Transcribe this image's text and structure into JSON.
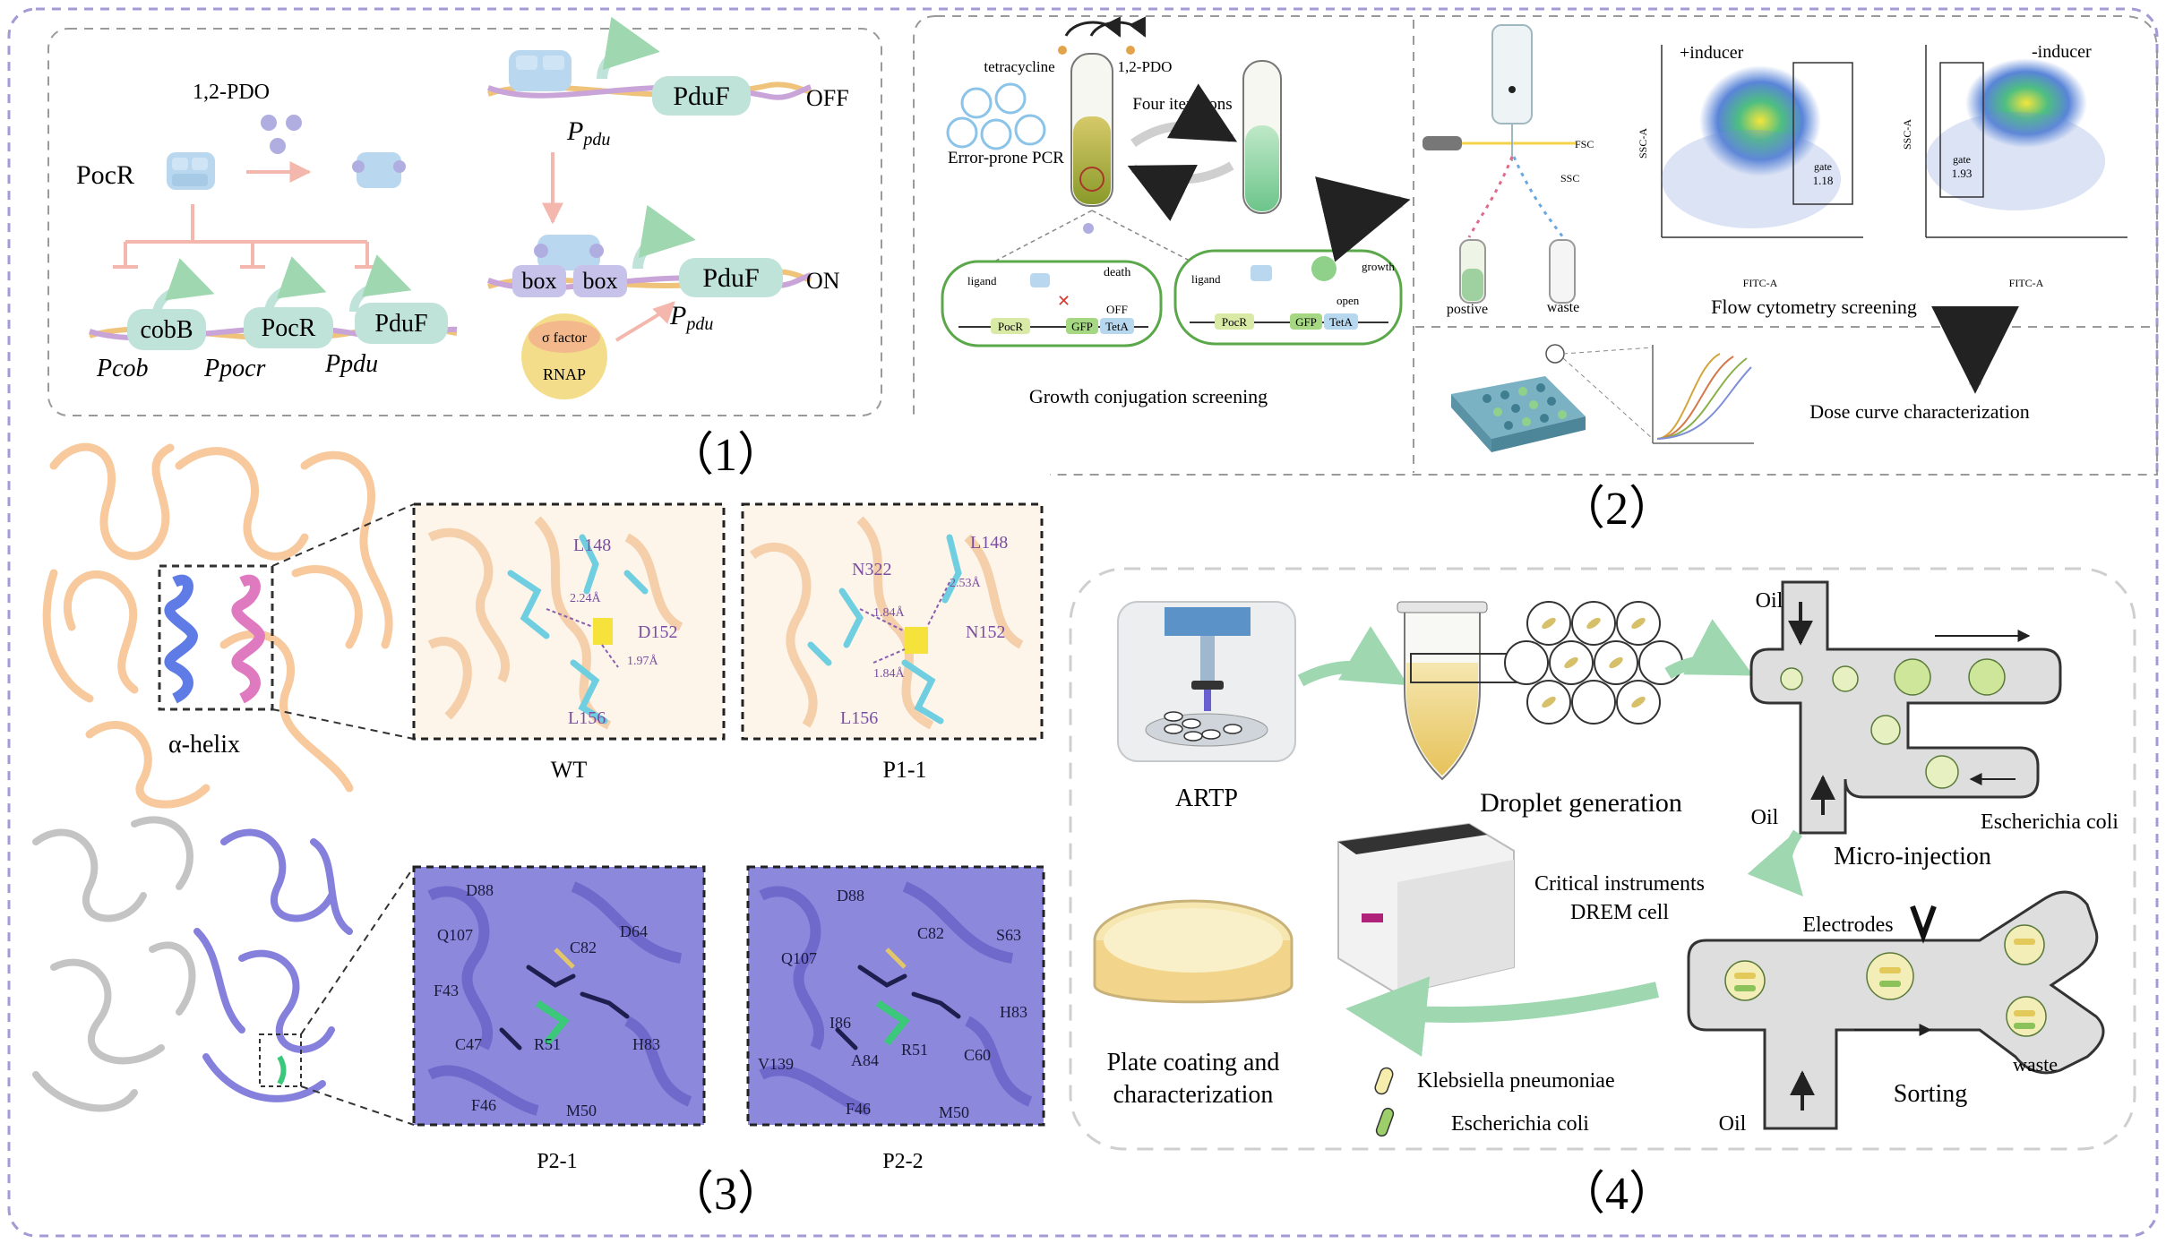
{
  "colors": {
    "frame": "#a49bd6",
    "dash": "#9a9a9a",
    "inhibit": "#f4b7ad",
    "promoter_box": "#bfe3d9",
    "dna_a": "#f0c37a",
    "dna_b": "#c9a4d8",
    "protein": "#b9d7ee",
    "arrow_green": "#9ed7b0",
    "orange_protein": "#f7c99c",
    "blue_protein": "#7f79d6",
    "gray_protein": "#bdbdbd",
    "cyan_residue": "#7fd4e0",
    "klebsiella": "#f6ecab",
    "ecoli": "#9ccf6a"
  },
  "panel1": {
    "label": "（1）",
    "inducer": "1,2-PDO",
    "regulator": "PocR",
    "genes": [
      "cobB",
      "PocR",
      "PduF"
    ],
    "promoters": [
      "Pcob",
      "Ppocr",
      "Ppdu"
    ],
    "off_gene": "PduF",
    "off_promoter_main": "P",
    "off_promoter_sub": "pdu",
    "off_state": "OFF",
    "box1": "box",
    "box2": "box",
    "on_gene": "PduF",
    "on_promoter_main": "P",
    "on_promoter_sub": "pdu",
    "on_state": "ON",
    "sigma": "σ factor",
    "rnap": "RNAP"
  },
  "panel2": {
    "label": "（2）",
    "tetracycline": "tetracycline",
    "pdo": "1,2-PDO",
    "error_prone": "Error-prone PCR",
    "four_iterations": "Four iterations",
    "growth_screening": "Growth conjugation screening",
    "left_cell": {
      "ligand": "ligand",
      "death": "death",
      "off": "OFF",
      "pocr": "PocR",
      "gfp": "GFP",
      "teta": "TetA"
    },
    "right_cell": {
      "ligand": "ligand",
      "growth": "growth",
      "open": "open",
      "pocr": "PocR",
      "gfp": "GFP",
      "teta": "TetA"
    },
    "fsc": "FSC",
    "ssc": "SSC",
    "postive": "postive",
    "waste": "waste",
    "plot_left": {
      "title": "+inducer",
      "gate": "gate",
      "gate_value": "1.18",
      "xlabel": "FITC-A",
      "ylabel": "SSC-A"
    },
    "plot_right": {
      "title": "-inducer",
      "gate": "gate",
      "gate_value": "1.93",
      "xlabel": "FITC-A",
      "ylabel": "SSC-A"
    },
    "flow_label": "Flow cytometry screening",
    "dose_label": "Dose curve characterization"
  },
  "panel3": {
    "label": "（3）",
    "helix_label": "α-helix",
    "wt": {
      "title": "WT",
      "residues": [
        "L148",
        "D152",
        "L156"
      ],
      "distances": [
        "2.24Å",
        "1.97Å"
      ]
    },
    "p11": {
      "title": "P1-1",
      "residues": [
        "N322",
        "L148",
        "N152",
        "L156"
      ],
      "distances": [
        "2.53Å",
        "1.84Å",
        "1.84Å"
      ]
    },
    "p21": {
      "title": "P2-1",
      "residues": [
        "D88",
        "Q107",
        "C82",
        "D64",
        "F43",
        "C47",
        "R51",
        "H83",
        "F46",
        "M50"
      ]
    },
    "p22": {
      "title": "P2-2",
      "residues": [
        "D88",
        "C82",
        "Q107",
        "S63",
        "I86",
        "H83",
        "V139",
        "A84",
        "R51",
        "C60",
        "F46",
        "M50"
      ]
    }
  },
  "panel4": {
    "label": "（4）",
    "artp": "ARTP",
    "droplet": "Droplet generation",
    "oil_top": "Oil",
    "oil_mid": "Oil",
    "oil_bottom": "Oil",
    "ecoli_right": "Escherichia coli",
    "micro_injection": "Micro-injection",
    "electrodes": "Electrodes",
    "waste": "waste",
    "sorting": "Sorting",
    "instruments_line1": "Critical instruments",
    "instruments_line2": "DREM cell",
    "plate_line1": "Plate coating and",
    "plate_line2": "characterization",
    "legend_kp": "Klebsiella pneumoniae",
    "legend_ec": "Escherichia coli"
  }
}
